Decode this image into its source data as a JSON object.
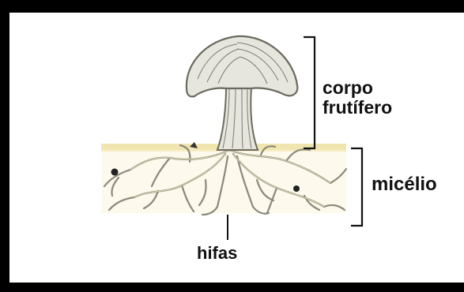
{
  "labels": {
    "corpo_line1": "corpo",
    "corpo_line2": "frutífero",
    "micelio": "micélio",
    "hifas": "hifas"
  },
  "colors": {
    "frame": "#000000",
    "background": "#ffffff",
    "soil": "#f0e2a6",
    "fungus_fill": "#e6e6de",
    "fungus_stroke": "#6a6a5e",
    "bracket": "#111111"
  }
}
